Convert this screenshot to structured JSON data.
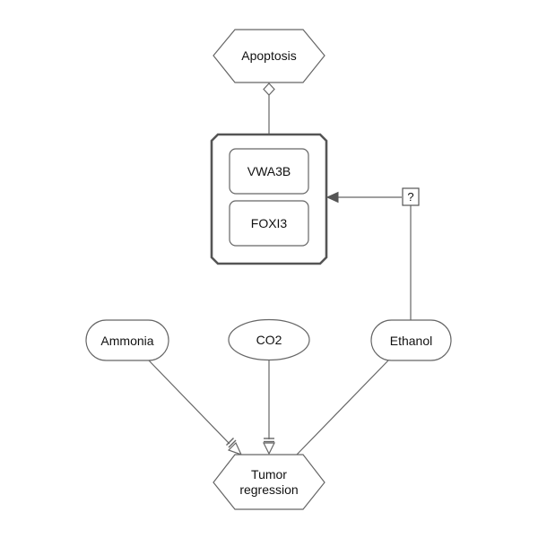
{
  "diagram": {
    "nodes": {
      "apoptosis": {
        "label": "Apoptosis",
        "shape": "hexagon"
      },
      "complex": {
        "shape": "complex"
      },
      "vwa3b": {
        "label": "VWA3B",
        "shape": "macromolecule"
      },
      "foxi3": {
        "label": "FOXI3",
        "shape": "macromolecule"
      },
      "ammonia": {
        "label": "Ammonia",
        "shape": "simple-chemical"
      },
      "co2": {
        "label": "CO2",
        "shape": "simple-chemical"
      },
      "ethanol": {
        "label": "Ethanol",
        "shape": "simple-chemical"
      },
      "tumor_regression": {
        "label_line1": "Tumor",
        "label_line2": "regression",
        "shape": "hexagon"
      },
      "uncertain_process": {
        "label": "?",
        "shape": "process"
      }
    },
    "edges": [
      {
        "from": "complex",
        "to": "apoptosis",
        "type": "modulation"
      },
      {
        "from": "uncertain_process",
        "to": "complex",
        "type": "production"
      },
      {
        "from": "ethanol",
        "to": "uncertain_process",
        "type": "consumption"
      },
      {
        "from": "ammonia",
        "to": "tumor_regression",
        "type": "inhibition"
      },
      {
        "from": "co2",
        "to": "tumor_regression",
        "type": "inhibition"
      },
      {
        "from": "ethanol",
        "to": "tumor_regression",
        "type": "association"
      }
    ],
    "colors": {
      "stroke": "#666666",
      "complex_stroke": "#555555",
      "fill": "#ffffff",
      "text": "#111111"
    }
  }
}
